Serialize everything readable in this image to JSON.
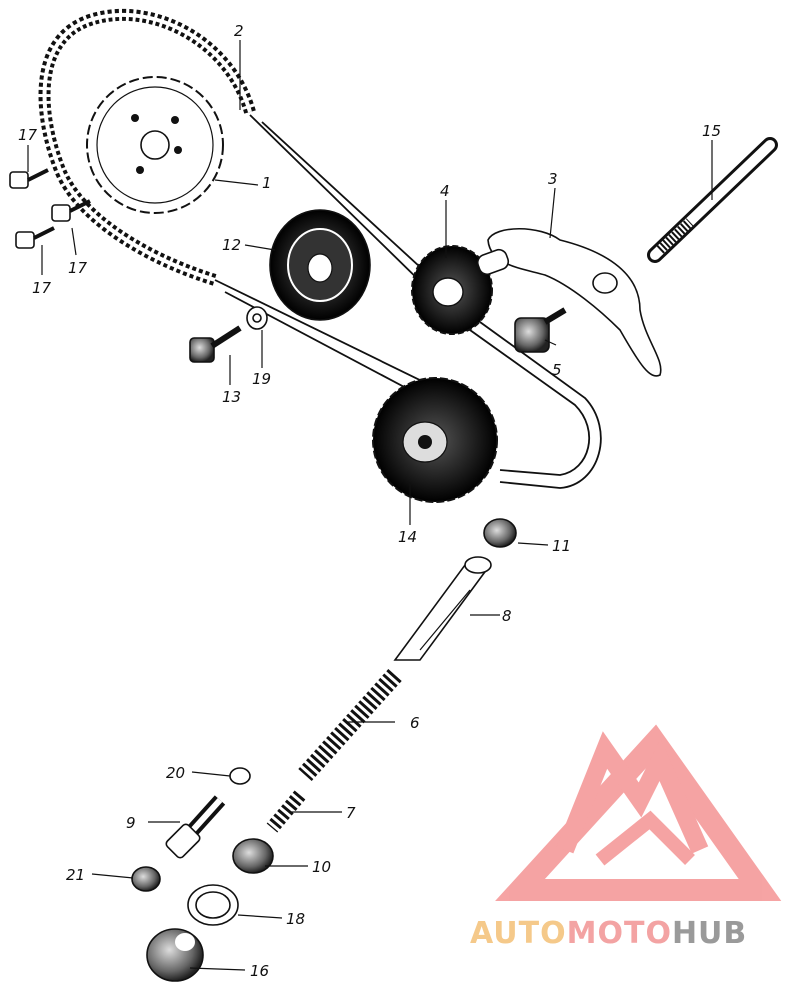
{
  "labels": {
    "p1": "1",
    "p2": "2",
    "p3": "3",
    "p4": "4",
    "p5": "5",
    "p6": "6",
    "p7": "7",
    "p8": "8",
    "p9": "9",
    "p10": "10",
    "p11": "11",
    "p12": "12",
    "p13": "13",
    "p14": "14",
    "p15": "15",
    "p16": "16",
    "p17a": "17",
    "p17b": "17",
    "p17c": "17",
    "p18": "18",
    "p19": "19",
    "p20": "20",
    "p21": "21"
  },
  "watermark": {
    "part1": "AUTO",
    "part2": "MOTO",
    "part3": "HUB",
    "colors": {
      "auto": "#f5c98a",
      "moto": "#f3a3a3",
      "hub": "#9a9a9a",
      "logo": "#f59a9a"
    }
  }
}
